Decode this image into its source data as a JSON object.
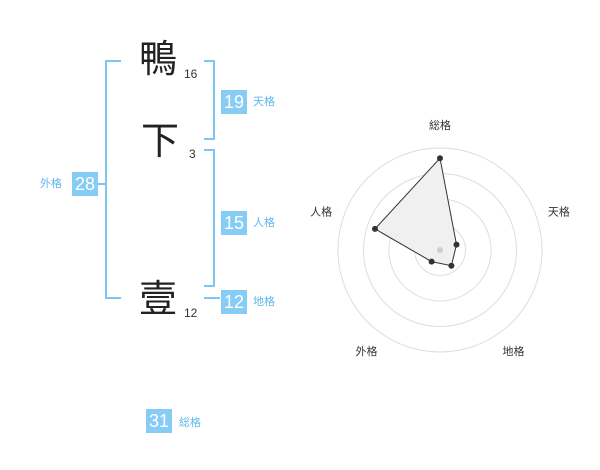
{
  "name_chars": [
    {
      "char": "鴨",
      "strokes": "16"
    },
    {
      "char": "下",
      "strokes": "3"
    },
    {
      "char": "壹",
      "strokes": "12"
    }
  ],
  "fortunes": {
    "tenkaku": {
      "label": "天格",
      "value": "19"
    },
    "jinkaku": {
      "label": "人格",
      "value": "15"
    },
    "chikaku": {
      "label": "地格",
      "value": "12"
    },
    "gaikaku": {
      "label": "外格",
      "value": "28"
    },
    "soukaku": {
      "label": "総格",
      "value": "31"
    }
  },
  "colors": {
    "accent": "#87ccf5",
    "accent_text": "#5fb8ee",
    "bracket": "#7cc6f2"
  },
  "chart_data": {
    "type": "radar",
    "axes": [
      "総格",
      "天格",
      "地格",
      "外格",
      "人格"
    ],
    "values": [
      0.9,
      0.17,
      0.19,
      0.14,
      0.67
    ],
    "rings": 4
  }
}
